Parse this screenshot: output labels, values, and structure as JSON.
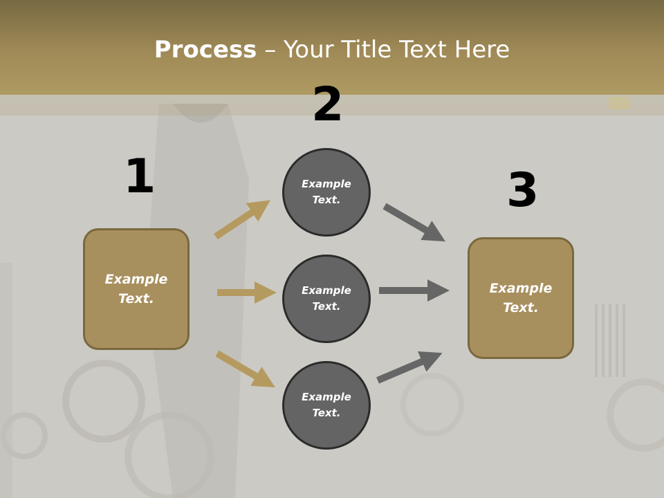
{
  "title": {
    "bold": "Process",
    "rest": " – Your Title Text Here"
  },
  "steps": {
    "left": {
      "number": "1",
      "text": [
        "Example",
        "Text."
      ]
    },
    "middle": {
      "number": "2",
      "items": [
        {
          "text": [
            "Example",
            "Text."
          ]
        },
        {
          "text": [
            "Example",
            "Text."
          ]
        },
        {
          "text": [
            "Example",
            "Text."
          ]
        }
      ]
    },
    "right": {
      "number": "3",
      "text": [
        "Example",
        "Text."
      ]
    }
  },
  "colors": {
    "header": "#a08a57",
    "box": "#a88f5e",
    "circle": "#646464",
    "gold_arrow": "#b59a60",
    "gray_arrow": "#666666"
  }
}
